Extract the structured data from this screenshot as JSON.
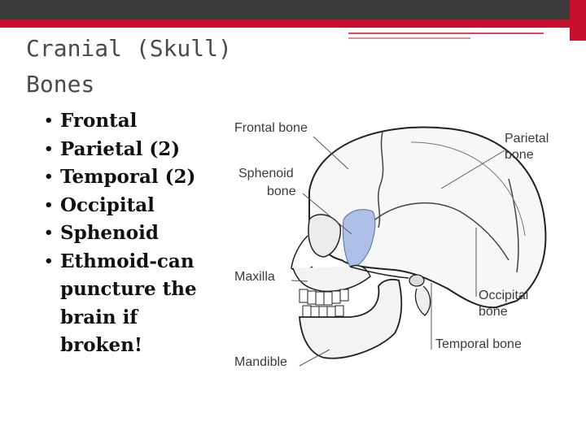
{
  "slide": {
    "title": "Cranial (Skull) Bones",
    "bullets": [
      "Frontal",
      "Parietal (2)",
      "Temporal (2)",
      "Occipital",
      "Sphenoid",
      "Ethmoid-can puncture the brain if broken!"
    ]
  },
  "diagram": {
    "labels": {
      "frontal": "Frontal bone",
      "parietal_1": "Parietal",
      "parietal_2": "bone",
      "sphenoid_1": "Sphenoid",
      "sphenoid_2": "bone",
      "maxilla": "Maxilla",
      "occipital_1": "Occipital",
      "occipital_2": "bone",
      "temporal": "Temporal bone",
      "mandible": "Mandible"
    }
  },
  "colors": {
    "top_bar": "#3b3b3b",
    "accent_red": "#c8102e",
    "sphenoid_highlight": "#aebfe8"
  }
}
